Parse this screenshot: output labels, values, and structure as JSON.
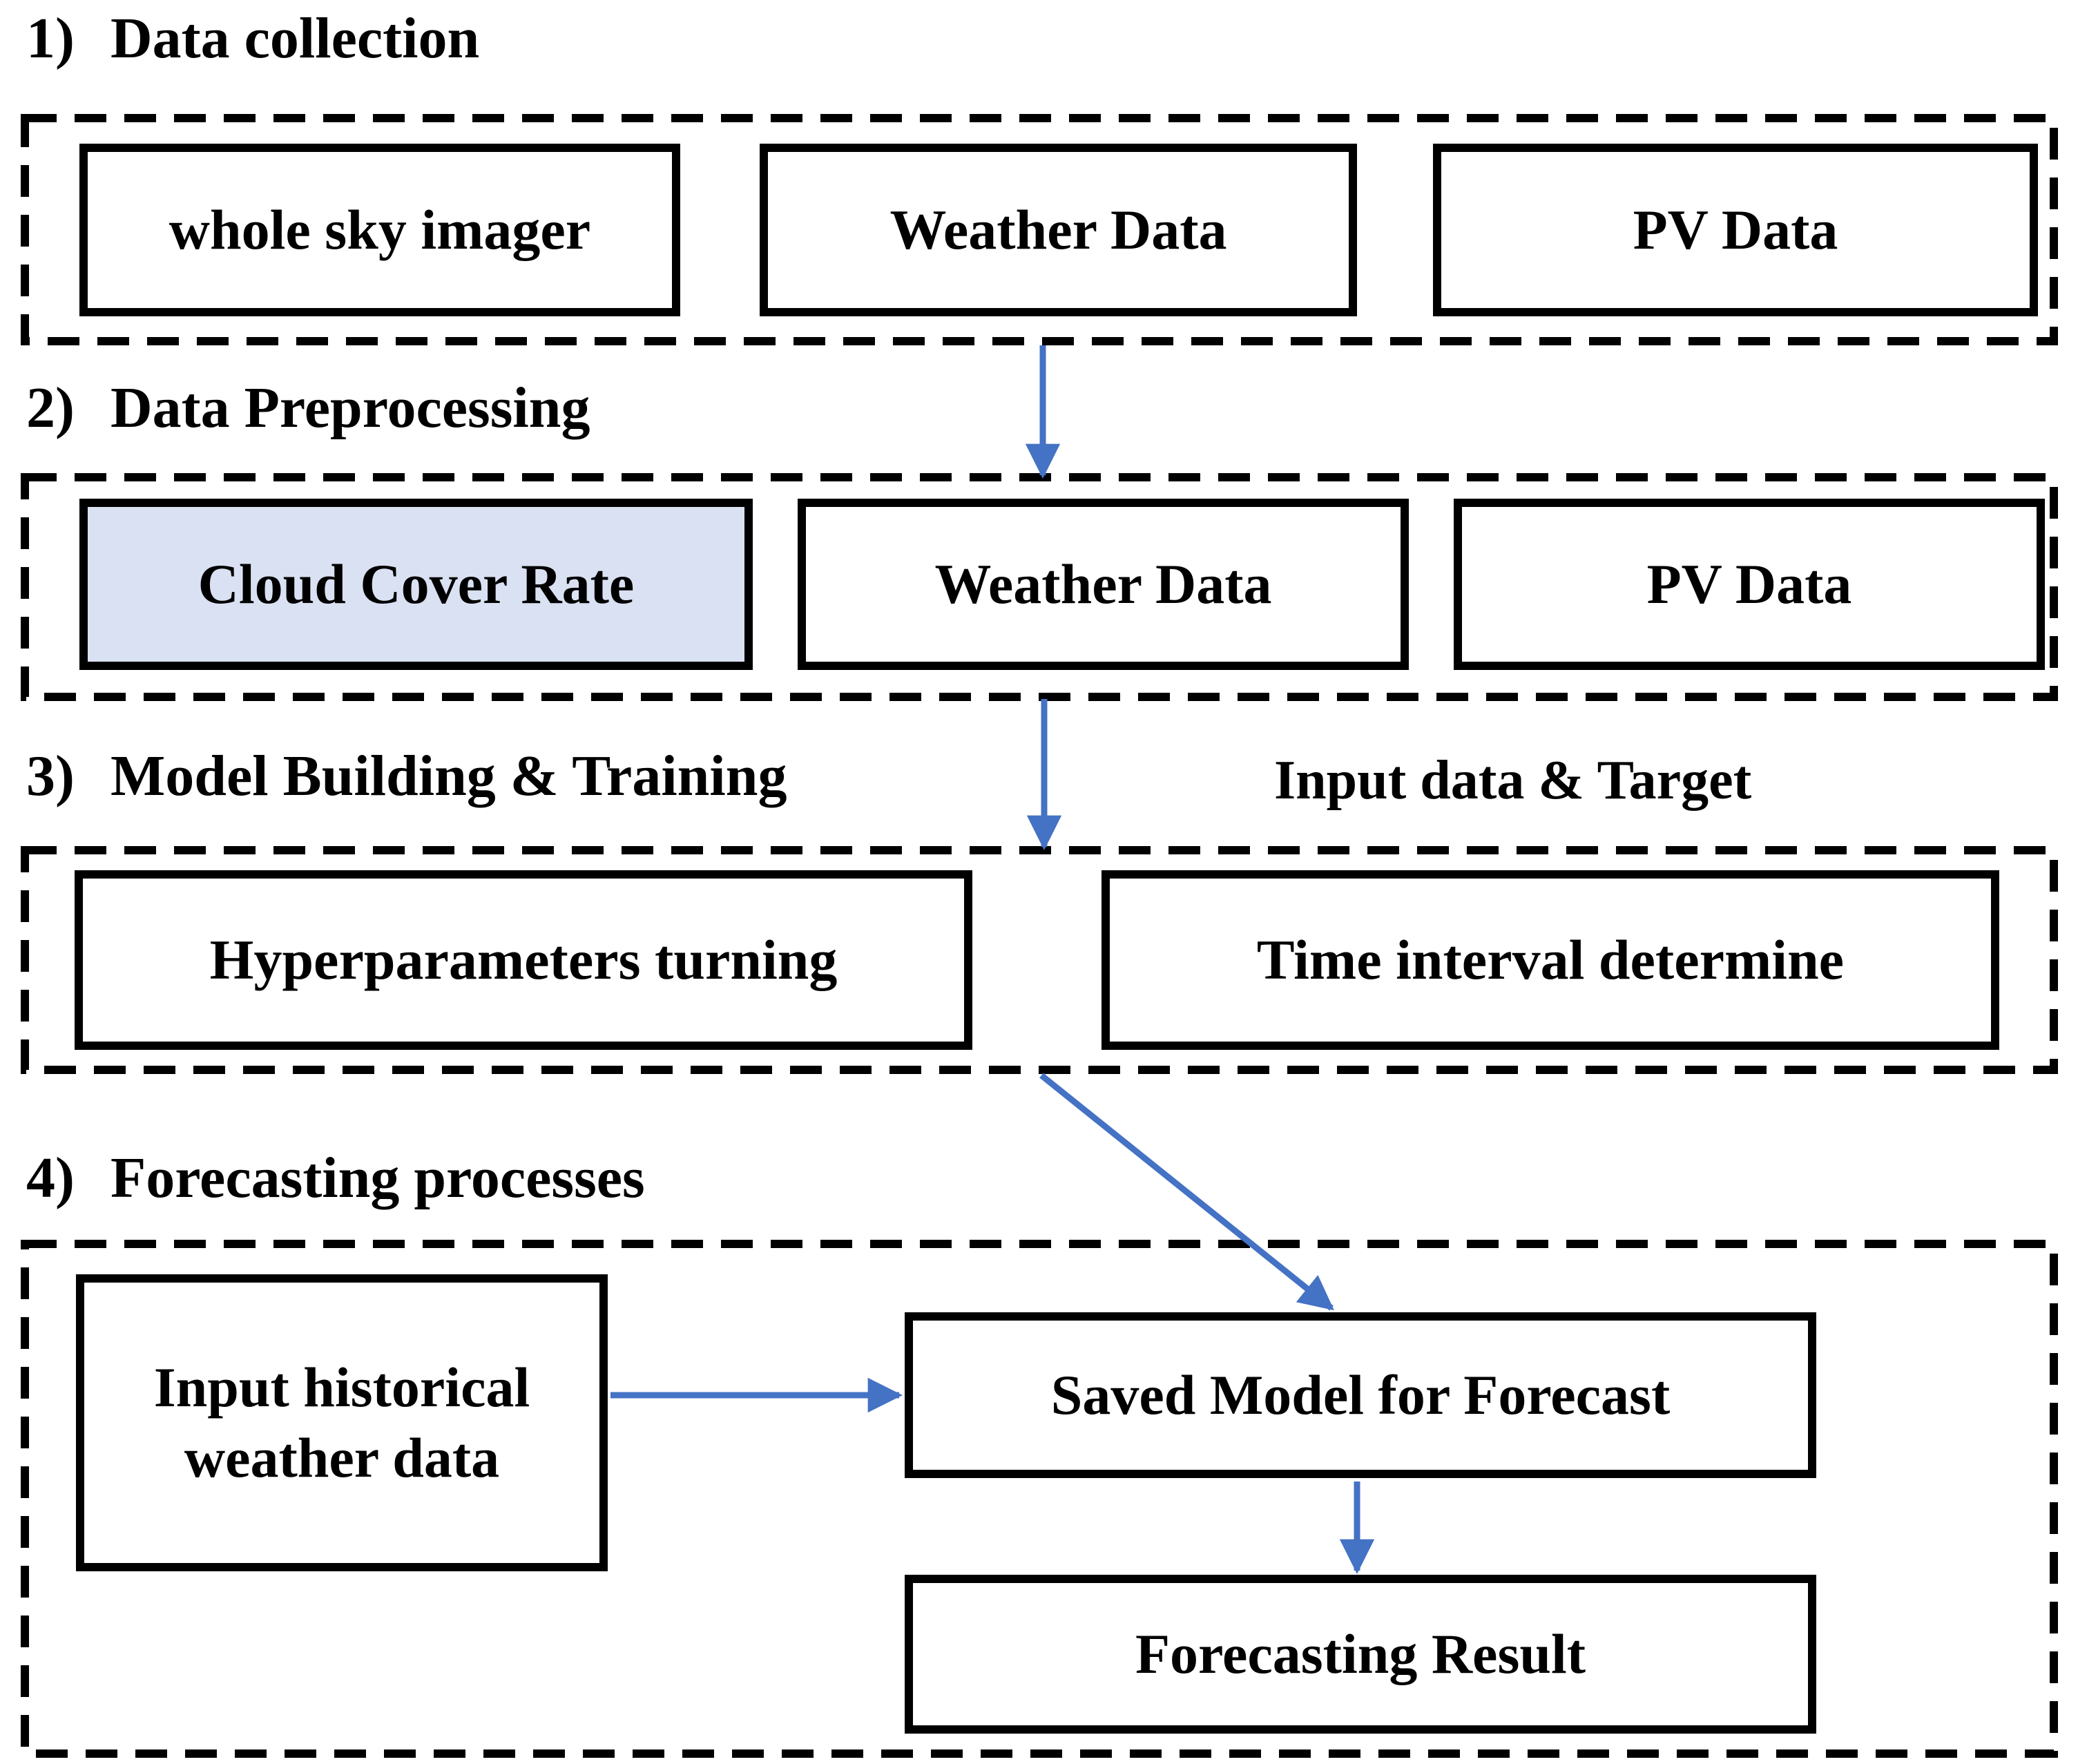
{
  "diagram": {
    "arrow_color": "#4472C4",
    "highlight_fill": "#D9E1F2",
    "sections": [
      {
        "number": "1)",
        "title": "Data collection",
        "boxes": [
          {
            "label": "whole sky imager"
          },
          {
            "label": "Weather Data"
          },
          {
            "label": "PV Data"
          }
        ]
      },
      {
        "number": "2)",
        "title": "Data Preprocessing",
        "boxes": [
          {
            "label": "Cloud Cover Rate"
          },
          {
            "label": "Weather Data"
          },
          {
            "label": "PV Data"
          }
        ]
      },
      {
        "number": "3)",
        "title": "Model Building & Training",
        "annotation": "Input data & Target",
        "boxes": [
          {
            "label": "Hyperparameters turning"
          },
          {
            "label": "Time interval determine"
          }
        ]
      },
      {
        "number": "4)",
        "title": "Forecasting processes",
        "boxes": [
          {
            "label": "Input historical weather data"
          },
          {
            "label": "Saved Model for Forecast"
          },
          {
            "label": "Forecasting Result"
          }
        ]
      }
    ]
  }
}
